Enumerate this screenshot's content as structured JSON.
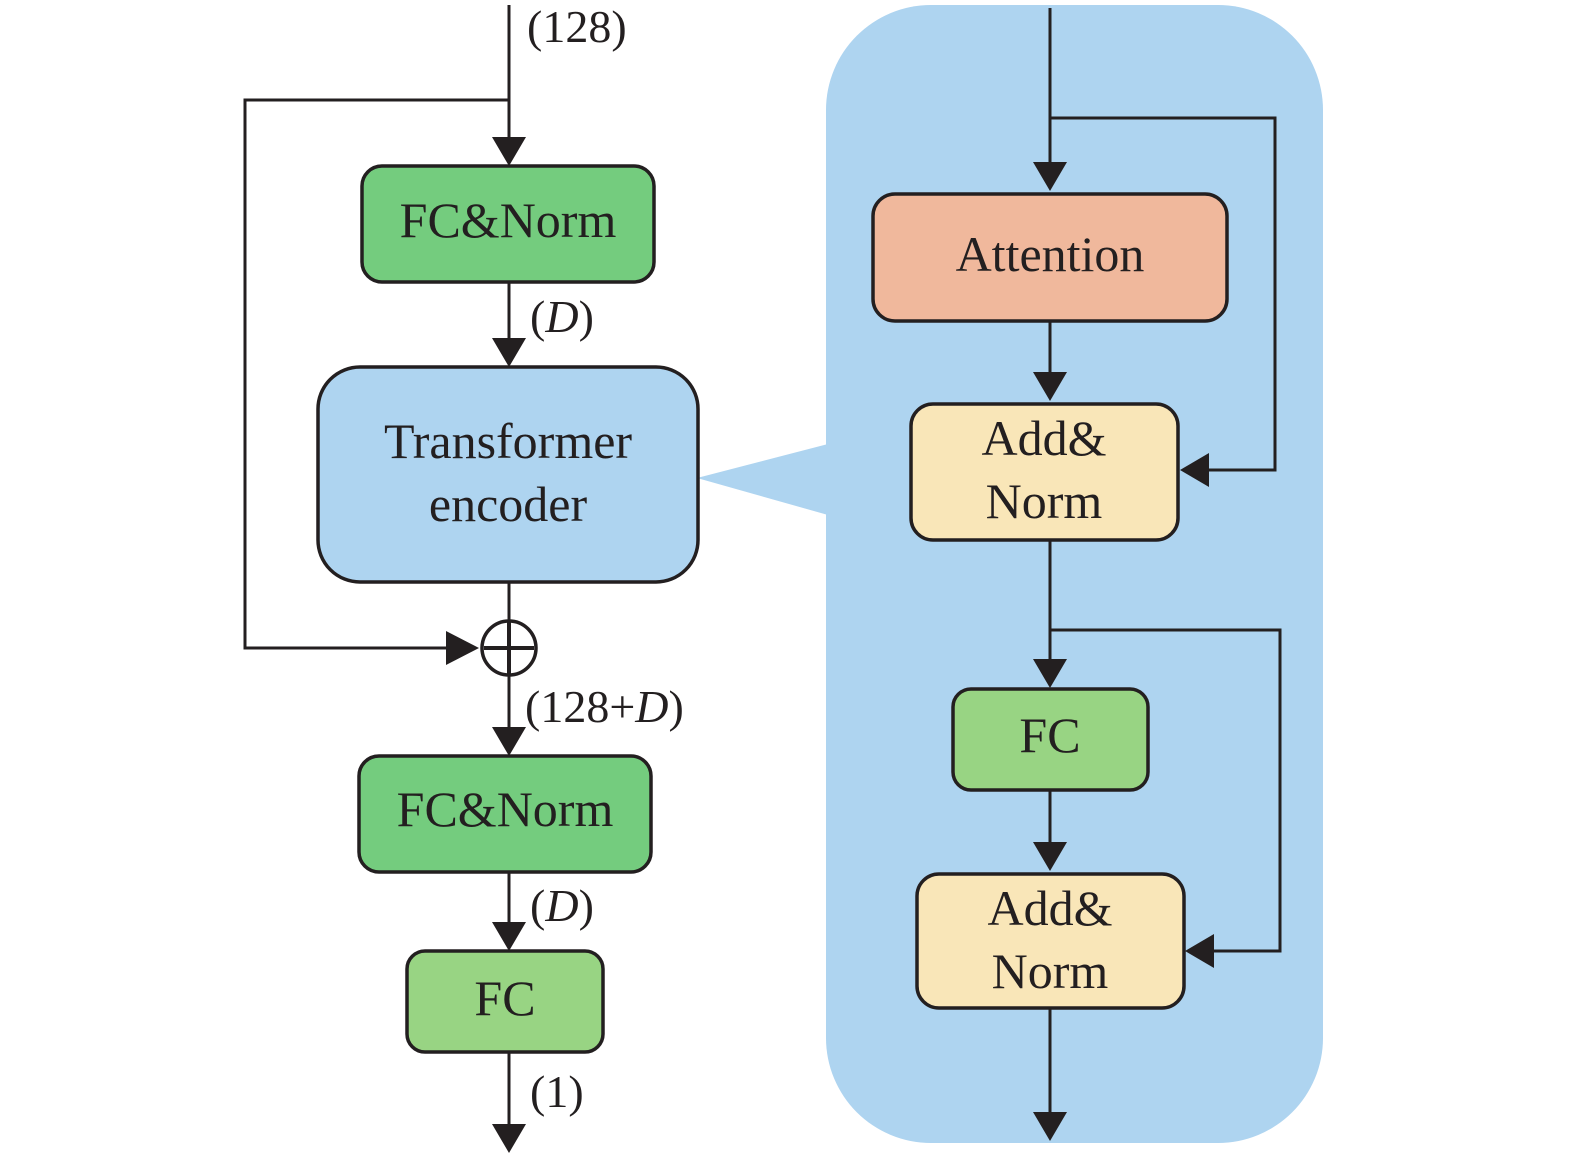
{
  "colors": {
    "fc_norm": "#74cc7e",
    "fc": "#98d483",
    "transformer": "#aed4f0",
    "attention": "#f0b89c",
    "add_norm": "#f9e6b8",
    "panel": "#aed4f0",
    "stroke": "#231f20"
  },
  "left_pipeline": {
    "input_dim": {
      "prefix": "(128)"
    },
    "fc_norm_1": {
      "label": "FC&Norm"
    },
    "dim_after_fc_norm_1": {
      "open": "(",
      "var": "D",
      "close": ")"
    },
    "transformer": {
      "line1": "Transformer",
      "line2": "encoder"
    },
    "add_symbol": "⊕",
    "dim_after_add": {
      "open": "(128+",
      "var": "D",
      "close": ")"
    },
    "fc_norm_2": {
      "label": "FC&Norm"
    },
    "dim_after_fc_norm_2": {
      "open": "(",
      "var": "D",
      "close": ")"
    },
    "fc_out": {
      "label": "FC"
    },
    "output_dim": {
      "text": "(1)"
    }
  },
  "encoder_detail": {
    "attention": {
      "label": "Attention"
    },
    "add_norm_1": {
      "line1": "Add&",
      "line2": "Norm"
    },
    "fc": {
      "label": "FC"
    },
    "add_norm_2": {
      "line1": "Add&",
      "line2": "Norm"
    }
  }
}
